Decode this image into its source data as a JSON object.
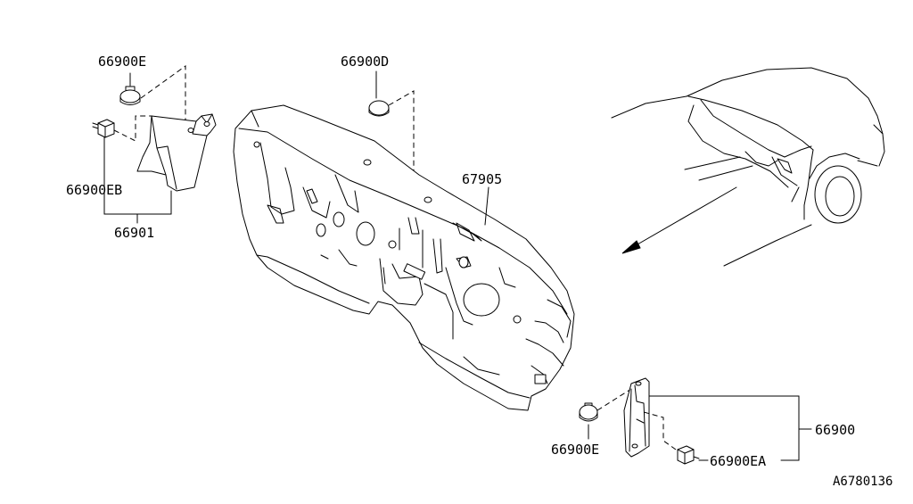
{
  "diagram": {
    "labels": {
      "clip_upper_left": "66900E",
      "clip_upper_center": "66900D",
      "clip_left_side": "66900EB",
      "panel_left": "66901",
      "dash_insulator": "67905",
      "clip_lower_right": "66900E",
      "panel_right": "66900",
      "clip_right_side": "66900EA"
    },
    "reference_code": "A6780136"
  }
}
